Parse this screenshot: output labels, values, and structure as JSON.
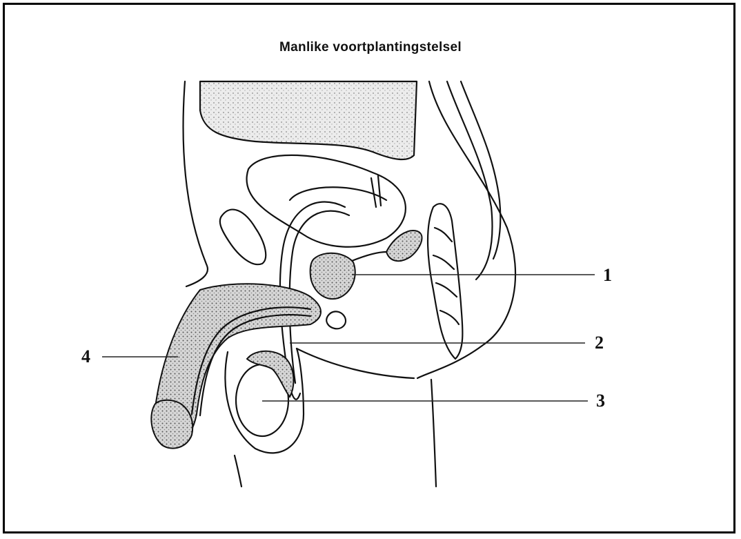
{
  "title": "Manlike voortplantingstelsel",
  "labels": [
    {
      "id": "1",
      "text": "1"
    },
    {
      "id": "2",
      "text": "2"
    },
    {
      "id": "3",
      "text": "3"
    },
    {
      "id": "4",
      "text": "4"
    }
  ]
}
